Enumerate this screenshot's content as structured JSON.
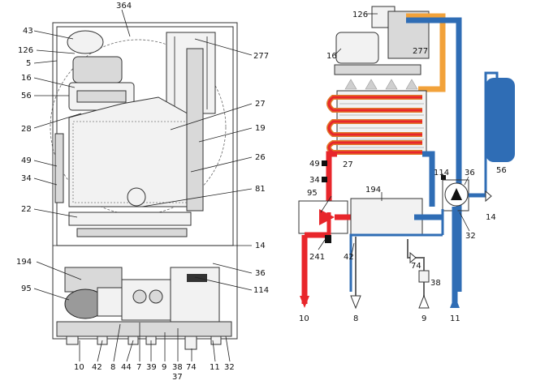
{
  "figure": "boiler-exploded-and-hydraulic-diagram",
  "left_labels": {
    "l364": "364",
    "l43": "43",
    "l126": "126",
    "l5": "5",
    "l16": "16",
    "l56": "56",
    "l28": "28",
    "l49": "49",
    "l34": "34",
    "l22": "22",
    "l194": "194",
    "l95": "95",
    "l277": "277",
    "l27": "27",
    "l19": "19",
    "l26": "26",
    "l81": "81",
    "l14": "14",
    "l36": "36",
    "l114": "114",
    "b10": "10",
    "b42": "42",
    "b8": "8",
    "b44": "44",
    "b7": "7",
    "b39": "39",
    "b9": "9",
    "b38": "38",
    "b37": "37",
    "b74": "74",
    "b11": "11",
    "b32": "32"
  },
  "right_labels": {
    "r126": "126",
    "r277": "277",
    "r16": "16",
    "r49": "49",
    "r34": "34",
    "r27": "27",
    "r95": "95",
    "r194": "194",
    "r114": "114",
    "r36": "36",
    "r56": "56",
    "r14": "14",
    "r32": "32",
    "r241": "241",
    "r42": "42",
    "r74": "74",
    "r38": "38",
    "r10": "10",
    "r8": "8",
    "r9": "9",
    "r11": "11"
  },
  "colors": {
    "hot": "#e8262b",
    "cold": "#2f6db5",
    "flue": "#f2a23a",
    "gray": "#9a9a9a"
  }
}
